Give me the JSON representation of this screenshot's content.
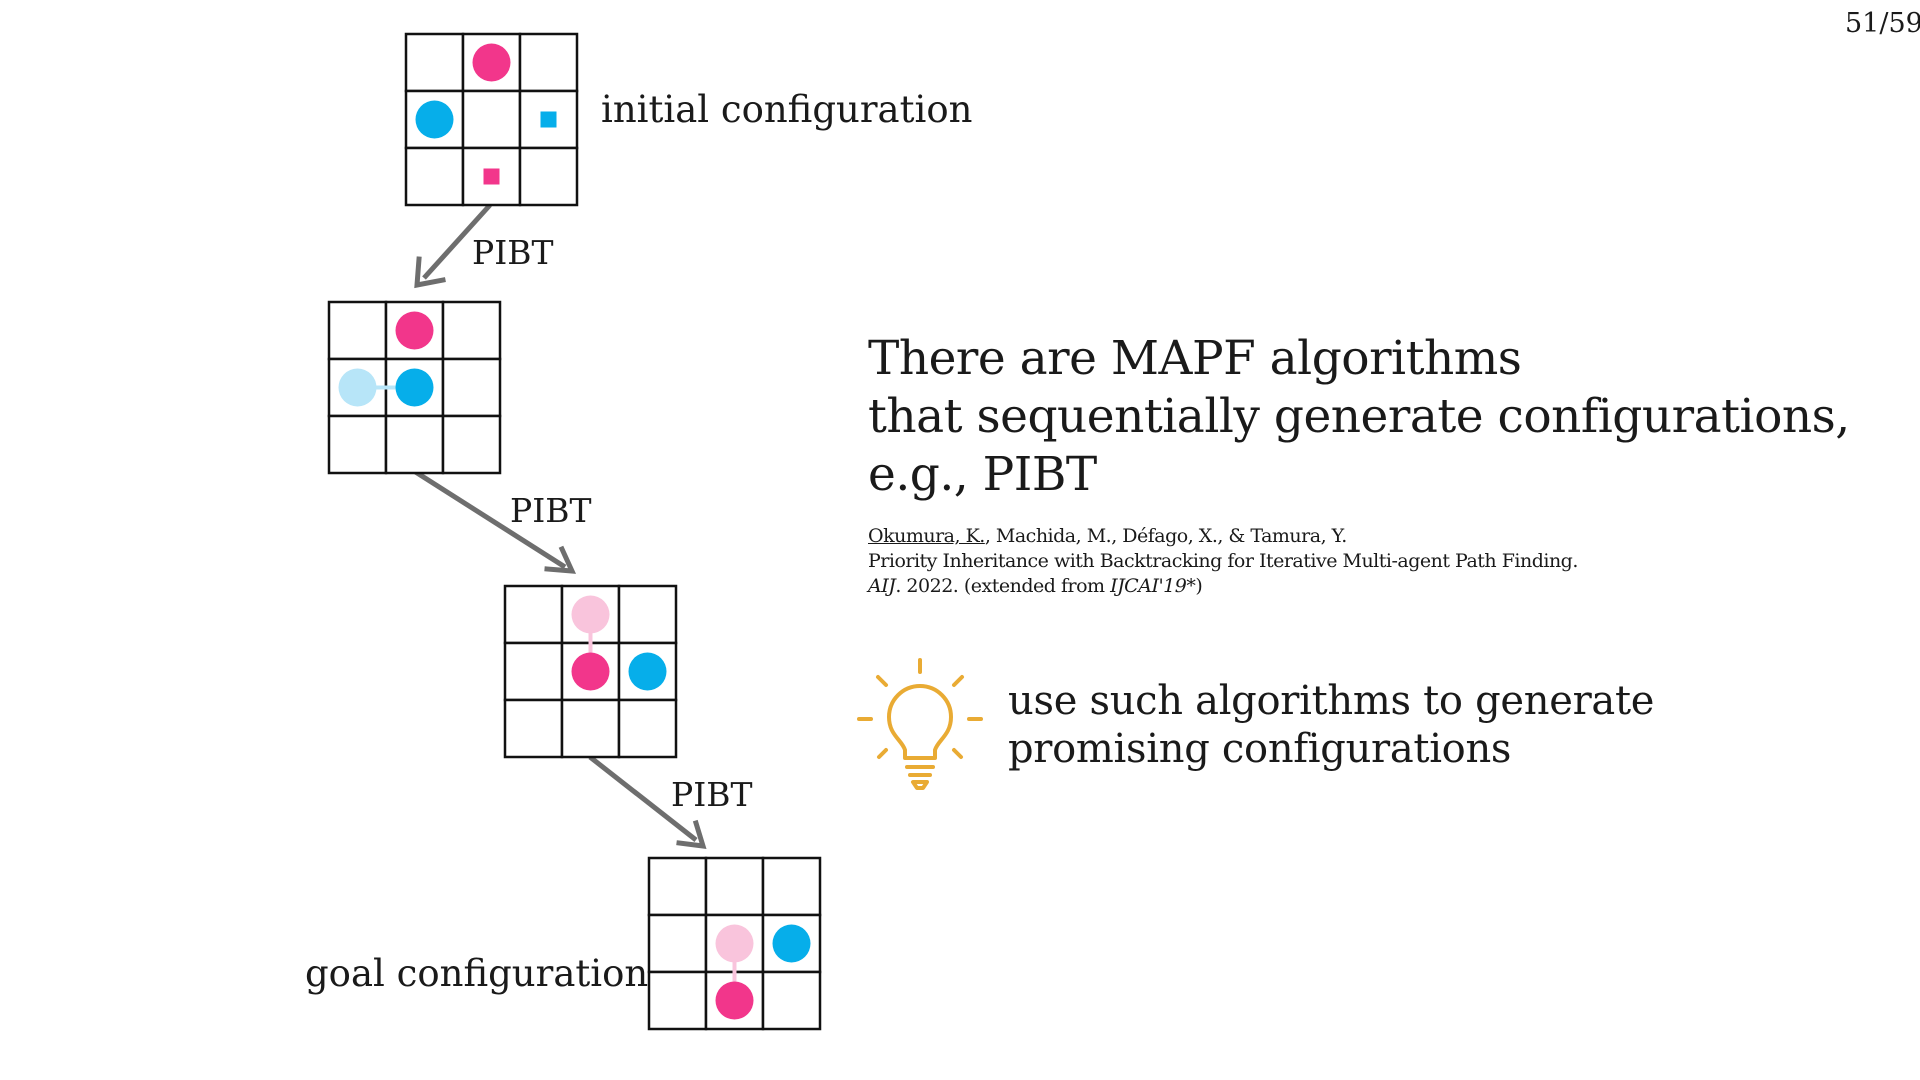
{
  "page": {
    "current": "51",
    "separator": "/",
    "total": "59"
  },
  "colors": {
    "agent_pink": "#f2368b",
    "agent_pink_light": "#f9c4dc",
    "agent_blue": "#06aeea",
    "agent_blue_light": "#b7e5f8",
    "arrow": "#6e6e6e",
    "grid_line": "#111111",
    "bulb": "#e9ab34"
  },
  "diagram": {
    "step_label": "PIBT",
    "initial_label": "initial configuration",
    "goal_label": "goal configuration",
    "configs": [
      {
        "name": "initial",
        "agents": [
          {
            "color": "pink",
            "row": 0,
            "col": 1
          },
          {
            "color": "blue",
            "row": 1,
            "col": 0
          }
        ],
        "goals": [
          {
            "color": "blue",
            "row": 1,
            "col": 2
          },
          {
            "color": "pink",
            "row": 2,
            "col": 1
          }
        ],
        "previous": []
      },
      {
        "name": "step-1",
        "agents": [
          {
            "color": "pink",
            "row": 0,
            "col": 1
          },
          {
            "color": "blue",
            "row": 1,
            "col": 1
          }
        ],
        "goals": [],
        "previous": [
          {
            "color": "blue",
            "from_row": 1,
            "from_col": 0,
            "to_row": 1,
            "to_col": 1
          }
        ]
      },
      {
        "name": "step-2",
        "agents": [
          {
            "color": "pink",
            "row": 1,
            "col": 1
          },
          {
            "color": "blue",
            "row": 1,
            "col": 2
          }
        ],
        "goals": [],
        "previous": [
          {
            "color": "pink",
            "from_row": 0,
            "from_col": 1,
            "to_row": 1,
            "to_col": 1
          }
        ]
      },
      {
        "name": "goal",
        "agents": [
          {
            "color": "pink",
            "row": 2,
            "col": 1
          },
          {
            "color": "blue",
            "row": 1,
            "col": 2
          }
        ],
        "goals": [],
        "previous": [
          {
            "color": "pink",
            "from_row": 1,
            "from_col": 1,
            "to_row": 2,
            "to_col": 1
          }
        ]
      }
    ]
  },
  "headline": {
    "lines": [
      "There are MAPF algorithms",
      "that sequentially generate configurations,",
      "e.g., PIBT"
    ]
  },
  "reference": {
    "first_author": "Okumura, K.",
    "coauthors": ", Machida, M., Défago, X., & Tamura, Y.",
    "title": "Priority Inheritance with Backtracking for Iterative Multi-agent Path Finding.",
    "venue": "AIJ",
    "year_note": ". 2022. (extended from ",
    "extended_venue": "IJCAI'19*",
    "closing": ")"
  },
  "idea": {
    "icon": "lightbulb-icon",
    "lines": [
      "use such algorithms to generate",
      "promising configurations"
    ]
  }
}
